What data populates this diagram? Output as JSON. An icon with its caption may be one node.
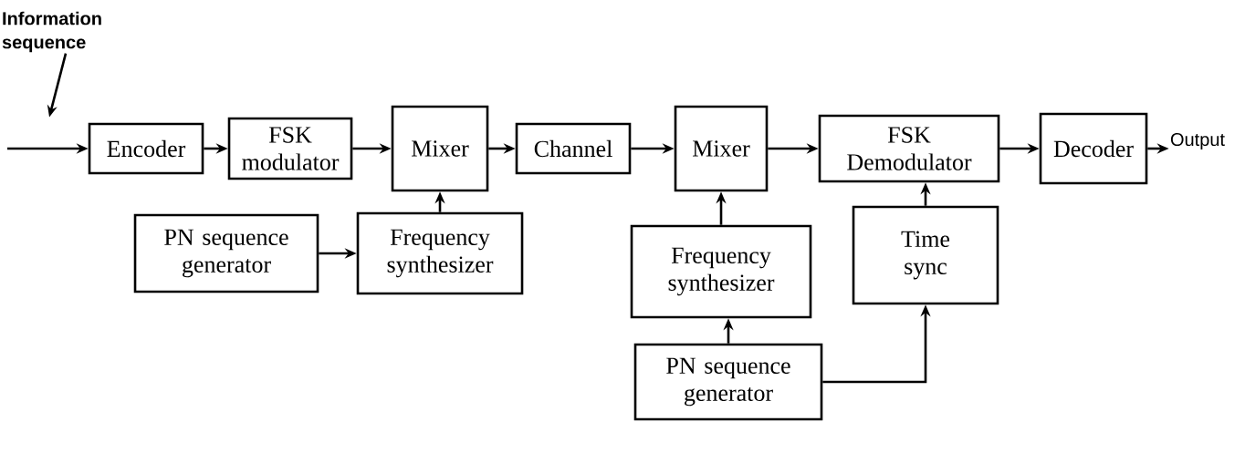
{
  "diagram": {
    "nodes": [
      {
        "text": [
          "Information sequence"
        ]
      },
      {
        "text": [
          "Encoder"
        ]
      },
      {
        "text": [
          "FSK modulator"
        ]
      },
      {
        "text": [
          "Mixer"
        ]
      },
      {
        "text": [
          "Channel"
        ]
      },
      {
        "text": [
          "Mixer"
        ]
      },
      {
        "text": [
          "FSK Demodulator"
        ]
      },
      {
        "text": [
          "Decoder"
        ]
      },
      {
        "text": [
          "Output"
        ]
      },
      {
        "text": [
          "PN sequence generator"
        ]
      },
      {
        "text": [
          "Frequency synthesizer"
        ]
      },
      {
        "text": [
          "Frequency synthesizer"
        ]
      },
      {
        "text": [
          "Time sync"
        ]
      },
      {
        "text": [
          "PN sequence generator"
        ]
      }
    ],
    "edges": [
      {
        "from": null,
        "to": 1,
        "arrow": "to"
      },
      {
        "from": 0,
        "to": null,
        "arrow": "to"
      },
      {
        "from": 1,
        "to": 2,
        "arrow": "to"
      },
      {
        "from": 2,
        "to": 3,
        "arrow": "to"
      },
      {
        "from": 3,
        "to": 4,
        "arrow": "to"
      },
      {
        "from": 4,
        "to": 5,
        "arrow": "to"
      },
      {
        "from": 5,
        "to": 6,
        "arrow": "to"
      },
      {
        "from": 6,
        "to": 7,
        "arrow": "to"
      },
      {
        "from": 7,
        "to": 8,
        "arrow": "to"
      },
      {
        "from": 9,
        "to": 10,
        "arrow": "to"
      },
      {
        "from": 10,
        "to": 3,
        "arrow": "to"
      },
      {
        "from": 11,
        "to": 5,
        "arrow": "to"
      },
      {
        "from": 12,
        "to": 6,
        "arrow": "to"
      },
      {
        "from": 13,
        "to": 11,
        "arrow": "to"
      },
      {
        "from": 13,
        "to": 12,
        "arrow": "to"
      }
    ]
  }
}
